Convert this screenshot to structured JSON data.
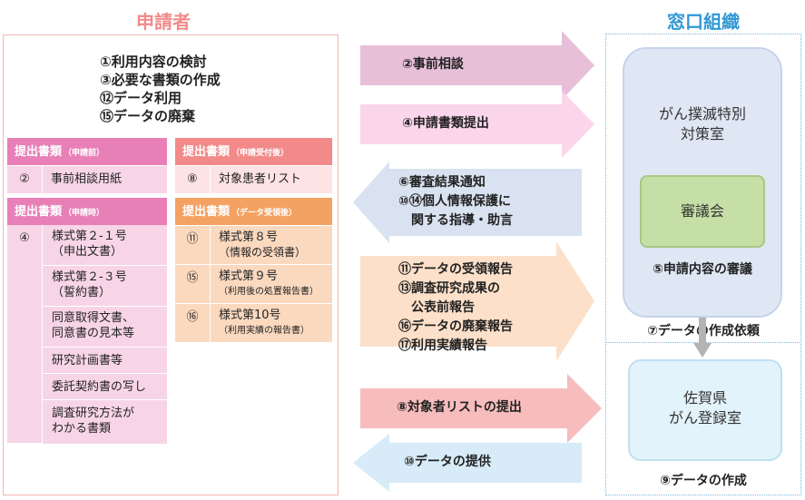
{
  "headers": {
    "applicant": "申請者",
    "organization": "窓口組織"
  },
  "colors": {
    "applicant": "#f28a8a",
    "organization": "#2f98d4"
  },
  "applicant_steps": [
    "①利用内容の検討",
    "③必要な書類の作成",
    "⑫データ利用",
    "⑮データの廃棄"
  ],
  "doc_prior": {
    "title": "提出書類",
    "tag": "（申請前）",
    "rows": [
      {
        "num": "②",
        "text": "事前相談用紙"
      }
    ]
  },
  "doc_application": {
    "title": "提出書類",
    "tag": "（申請時）",
    "num": "④",
    "rows": [
      "様式第２-１号\n（申出文書）",
      "様式第２-３号\n（誓約書）",
      "同意取得文書、\n同意書の見本等",
      "研究計画書等",
      "委託契約書の写し",
      "調査研究方法が\nわかる書類"
    ]
  },
  "doc_after_accept": {
    "title": "提出書類",
    "tag": "（申請受付後）",
    "rows": [
      {
        "num": "⑧",
        "text": "対象患者リスト"
      }
    ]
  },
  "doc_after_receive": {
    "title": "提出書類",
    "tag": "（データ受領後）",
    "rows": [
      {
        "num": "⑪",
        "text": "様式第８号",
        "sub": "（情報の受領書）"
      },
      {
        "num": "⑮",
        "text": "様式第９号",
        "sub": "（利用後の処置報告書）"
      },
      {
        "num": "⑯",
        "text": "様式第10号",
        "sub": "（利用実績の報告書）"
      }
    ]
  },
  "arrows": {
    "consult": "②事前相談",
    "submit": "④申請書類提出",
    "result": [
      "⑥審査結果通知",
      "⑩⑭個人情報保護に",
      "　関する指導・助言"
    ],
    "reports": [
      "⑪データの受領報告",
      "⑬調査研究成果の",
      "　公表前報告",
      "⑯データの廃棄報告",
      "⑰利用実績報告"
    ],
    "list_submit": "⑧対象者リストの提出",
    "data_provide": "⑩データの提供"
  },
  "organization": {
    "office": "がん撲滅特別\n対策室",
    "council": "審議会",
    "review_caption": "⑤申請内容の審議",
    "request_caption": "⑦データの作成依頼",
    "registry": "佐賀県\nがん登録室",
    "create_caption": "⑨データの作成"
  }
}
